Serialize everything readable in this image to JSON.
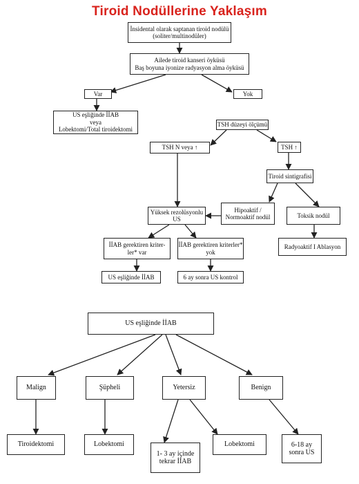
{
  "title": "Tiroid Nodüllerine Yaklaşım",
  "colors": {
    "title": "#d9231d",
    "line": "#222222",
    "box_border": "#222222"
  },
  "flow1": {
    "incidental": "İnsidental olarak saptanan tiroid nodülü\n(soliter/multinodüler)",
    "history": "Ailede tiroid kanseri öyküsü\nBaş boyuna iyonize radyasyon alma öyküsü",
    "var": "Var",
    "yok": "Yok",
    "fnab_us": "US eşliğinde İİAB\nveya\nLobektomi/Total tiroidektomi",
    "tsh_measure": "TSH düzeyi ölçümü",
    "tsh_normal": "TSH N veya ↑",
    "tsh_low": "TSH ↑",
    "scintigraphy": "Tiroid sintigrafisi",
    "hypoactive": "Hipoaktif  /\nNormoaktif nodül",
    "toxic": "Toksik nodül",
    "radioactive": "Radyoaktif I Ablasyon",
    "high_res_us": "Yüksek rezolüsyonlu\nUS",
    "criteria_yes": "İİAB gerektiren kriter-\nler* var",
    "criteria_no": "İİAB gerektiren kriterler*\nyok",
    "fnab_guided": "US eşliğinde İİAB",
    "us_control": "6 ay sonra US kontrol"
  },
  "flow2": {
    "root": "US eşliğinde İİAB",
    "malign": "Malign",
    "suspicious": "Şüpheli",
    "insufficient": "Yetersiz",
    "benign": "Benign",
    "thyroidectomy": "Tiroidektomi",
    "lobectomy_1": "Lobektomi",
    "repeat_fnab": "1- 3 ay içinde\ntekrar İİAB",
    "lobectomy_2": "Lobektomi",
    "followup": "6-18 ay\nsonra US"
  }
}
